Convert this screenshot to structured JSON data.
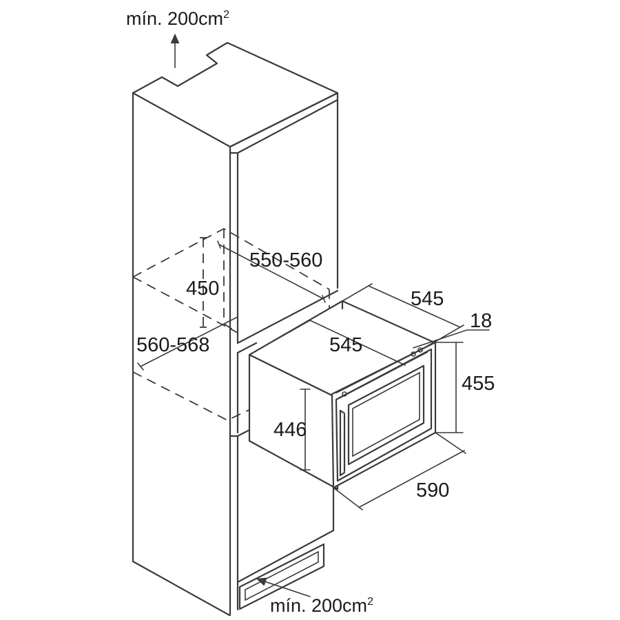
{
  "ventilation": {
    "top_label": "mín. 200cm",
    "top_sup": "2",
    "bottom_label": "mín. 200cm",
    "bottom_sup": "2"
  },
  "niche_dimensions": {
    "depth": "550-560",
    "height": "450",
    "width": "560-568"
  },
  "appliance_dimensions": {
    "depth_top": "545",
    "depth_side": "545",
    "door_thickness": "18",
    "front_height": "455",
    "body_height": "446",
    "front_width": "590"
  },
  "colors": {
    "line": "#3a3a3a",
    "text": "#1a1a1a",
    "background": "#ffffff"
  }
}
